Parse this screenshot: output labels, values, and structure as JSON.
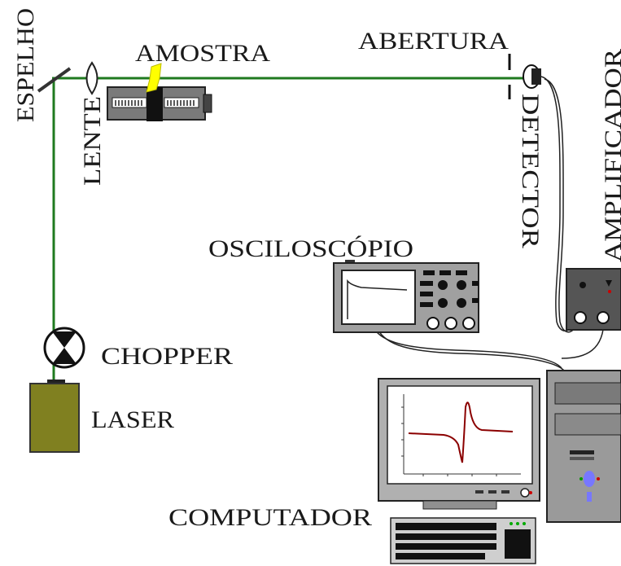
{
  "labels": {
    "espelho": "ESPELHO",
    "lente": "LENTE",
    "amostra": "AMOSTRA",
    "abertura": "ABERTURA",
    "detector": "DETECTOR",
    "amplificador": "AMPLIFICADOR",
    "osciloscopio": "OSCILOSCÓPIO",
    "chopper": "CHOPPER",
    "laser": "LASER",
    "computador": "COMPUTADOR"
  },
  "colors": {
    "beam": "#1f7a1f",
    "laser_body": "#808020",
    "sample": "#ffff00",
    "signal_curve": "#8b0000"
  }
}
